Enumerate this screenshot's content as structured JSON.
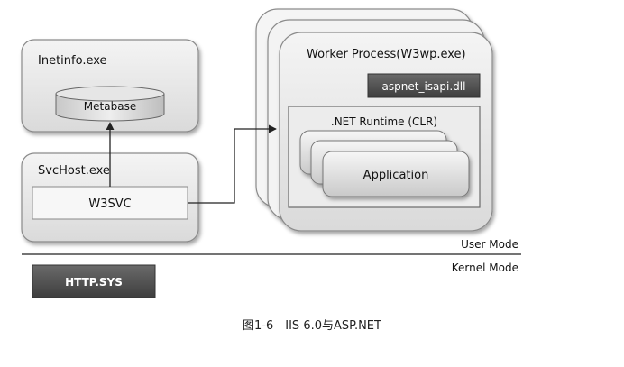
{
  "inetinfo": {
    "title": "Inetinfo.exe",
    "metabase": "Metabase"
  },
  "svchost": {
    "title": "SvcHost.exe",
    "service": "W3SVC"
  },
  "worker": {
    "title": "Worker Process(W3wp.exe)",
    "isapi": "aspnet_isapi.dll",
    "runtime_title": ".NET Runtime (CLR)",
    "application": "Application"
  },
  "modes": {
    "user": "User Mode",
    "kernel": "Kernel Mode"
  },
  "kernel": {
    "http_sys": "HTTP.SYS"
  },
  "caption": "图1-6　IIS 6.0与ASP.NET",
  "colors": {
    "panel_fill": "#e9e9e9",
    "panel_stroke": "#8a8a8a",
    "dark_box": "#555555",
    "line": "#222222"
  }
}
